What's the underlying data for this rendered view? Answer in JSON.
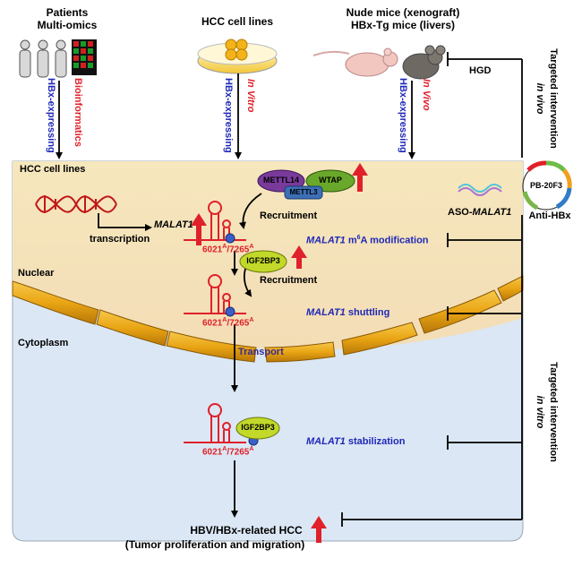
{
  "top": {
    "patients": "Patients",
    "multiomics": "Multi-omics",
    "hcc_cell_lines": "HCC cell lines",
    "nude_mice": "Nude mice (xenograft)",
    "hbx_tg_mice": "HBx-Tg mice (livers)"
  },
  "arrows": {
    "hbx_expressing_1": "HBx-expressing",
    "bioinformatics": "Bioinformatics",
    "hbx_expressing_2": "HBx-expressing",
    "in_vitro": "In Vitro",
    "hbx_expressing_3": "HBx-expressing",
    "in_vivo": "In Vivo"
  },
  "cell": {
    "hcc_cell_lines": "HCC cell lines",
    "transcription": "transcription",
    "malat1": "MALAT1",
    "site_1": "6021",
    "site_2": "6021",
    "site_3": "6021",
    "site_sup": "A",
    "site_sep": "/7265",
    "recruitment_1": "Recruitment",
    "recruitment_2": "Recruitment",
    "nuclear": "Nuclear",
    "cytoplasm": "Cytoplasm",
    "transport": "Transport"
  },
  "proteins": {
    "mettl14": "METTL14",
    "wtap": "WTAP",
    "mettl3": "METTL3",
    "igf2bp3_1": "IGF2BP3",
    "igf2bp3_2": "IGF2BP3"
  },
  "steps": {
    "step1_gene": "MALAT1",
    "step1_rest": " m",
    "step1_sup": "6",
    "step1_end": "A modification",
    "step2_gene": "MALAT1",
    "step2_rest": " shuttling",
    "step3_gene": "MALAT1",
    "step3_rest": " stabilization"
  },
  "right": {
    "targeted_in_vivo_1": "Targeted intervention",
    "targeted_in_vivo_2": "in vivo",
    "hgd": "HGD",
    "aso_prefix": "ASO-",
    "aso_gene": "MALAT1",
    "plasmid": "PB-20F3",
    "anti_hbx": "Anti-HBx",
    "targeted_in_vitro_1": "Targeted intervention",
    "targeted_in_vitro_2": "in vitro"
  },
  "bottom": {
    "line1": "HBV/HBx-related HCC",
    "line2": "(Tumor proliferation and migration)"
  },
  "colors": {
    "nucleus_top": "#f3e1b4",
    "cytoplasm": "#dde8f4",
    "rna": "#e0202a",
    "blue_text": "#1f28b8",
    "mettl14": "#7a3a9c",
    "wtap": "#69a82a",
    "mettl3": "#3c6fb5",
    "igf2bp3": "#c2d92a"
  }
}
